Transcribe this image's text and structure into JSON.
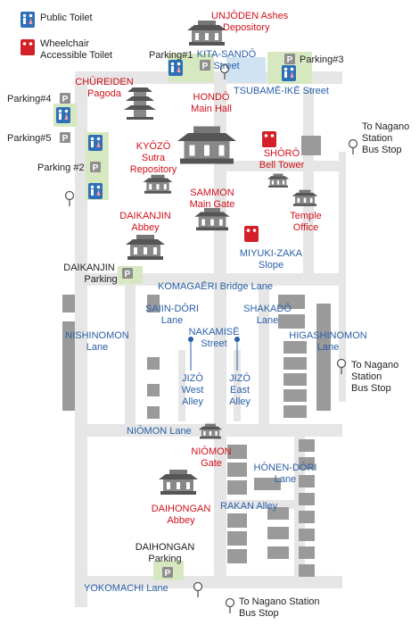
{
  "colors": {
    "road": "#e6e6e6",
    "building": "#9a9a9a",
    "park": "#d6e8c0",
    "water": "#cfe3f3",
    "temple_red": "#d0101a",
    "street_blue": "#2a5fa8",
    "toilet_blue": "#2e6fb8",
    "wheelchair_red": "#d42027"
  },
  "legend": {
    "toilet": "Public Toilet",
    "wheelchair_line1": "Wheelchair",
    "wheelchair_line2": "Accessible Toilet"
  },
  "temples": {
    "unjoden_1": "UNJŌDEN Ashes",
    "unjoden_2": "Depository",
    "chureiden_1": "CHŪREIDEN",
    "chureiden_2": "Pagoda",
    "hondo_1": "HONDŌ",
    "hondo_2": "Main Hall",
    "kyozo_1": "KYŌZŌ",
    "kyozo_2": "Sutra",
    "kyozo_3": "Repository",
    "shoro_1": "SHŌRŌ",
    "shoro_2": "Bell Tower",
    "sammon_1": "SAMMON",
    "sammon_2": "Main Gate",
    "temple_office_1": "Temple",
    "temple_office_2": "Office",
    "daikanjin_1": "DAIKANJIN",
    "daikanjin_2": "Abbey",
    "niomon_1": "NIŌMON",
    "niomon_2": "Gate",
    "daihongan_1": "DAIHONGAN",
    "daihongan_2": "Abbey"
  },
  "streets": {
    "kita_sando_1": "KITA-SANDŌ",
    "kita_sando_2": "Street",
    "tsubame": "TSUBAMĒ-IKĒ Street",
    "miyuki_1": "MIYUKI-ZAKA",
    "miyuki_2": "Slope",
    "komagaeri": "KOMAGAĒRI Bridge Lane",
    "saiin_1": "SAIIN-DŌRI",
    "saiin_2": "Lane",
    "shakado_1": "SHAKADŌ",
    "shakado_2": "Lane",
    "nishinomon_1": "NISHINOMON",
    "nishinomon_2": "Lane",
    "nakamise_1": "NAKAMISĒ",
    "nakamise_2": "Street",
    "higashinomon_1": "HIGASHINOMON",
    "higashinomon_2": "Lane",
    "jizo_west_1": "JIZŌ",
    "jizo_west_2": "West",
    "jizo_west_3": "Alley",
    "jizo_east_1": "JIZŌ",
    "jizo_east_2": "East",
    "jizo_east_3": "Alley",
    "niomon_lane": "NIŌMON Lane",
    "honen_1": "HŌNEN-DŌRI",
    "honen_2": "Lane",
    "rakan": "RAKAN Alley",
    "yokomachi": "YOKOMACHI Lane"
  },
  "parking": {
    "p1": "Parking#1",
    "p3": "Parking#3",
    "p4": "Parking#4",
    "p5": "Parking#5",
    "p2": "Parking #2",
    "daikanjin_1": "DAIKANJIN",
    "daikanjin_2": "Parking",
    "daihongan_1": "DAIHONGAN",
    "daihongan_2": "Parking"
  },
  "bus_stops": {
    "east_1": "To Nagano",
    "east_2": "Station",
    "east_3": "Bus Stop",
    "mid_1": "To Nagano",
    "mid_2": "Station",
    "mid_3": "Bus Stop",
    "south_1": "To Nagano Station",
    "south_2": "Bus Stop"
  },
  "icons": {
    "parking": "P",
    "toilet": "toilet-icon",
    "wheelchair": "wheelchair-toilet-icon",
    "bus": "bus-stop-icon",
    "temple": "temple-building-icon"
  }
}
